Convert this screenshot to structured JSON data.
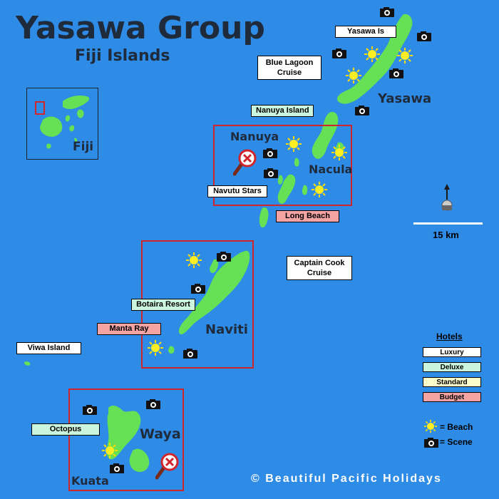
{
  "title": "Yasawa Group",
  "subtitle": "Fiji Islands",
  "inset": {
    "label": "Fiji"
  },
  "islands": {
    "yasawa": "Yasawa",
    "nanuya": "Nanuya",
    "nacula": "Nacula",
    "naviti": "Naviti",
    "waya": "Waya",
    "kuata": "Kuata"
  },
  "hotels": {
    "yasawa_is": "Yasawa  Is",
    "blue_lagoon_line1": "Blue Lagoon",
    "blue_lagoon_line2": "Cruise",
    "nanuya_island": "Nanuya Island",
    "navutu_stars": "Navutu  Stars",
    "long_beach": "Long Beach",
    "captain_cook_line1": "Captain Cook",
    "captain_cook_line2": "Cruise",
    "botaira_resort": "Botaira Resort",
    "manta_ray": "Manta Ray",
    "viwa_island": "Viwa Island",
    "octopus": "Octopus"
  },
  "legend": {
    "title": "Hotels",
    "luxury": "Luxury",
    "deluxe": "Deluxe",
    "standard": "Standard",
    "budget": "Budget",
    "beach": "= Beach",
    "scene": "= Scene"
  },
  "scale": {
    "label": "15 km"
  },
  "copyright": "©  Beautiful Pacific Holidays",
  "colors": {
    "sea": "#2e8be6",
    "land": "#66e055",
    "luxury": "#ffffff",
    "deluxe": "#ccf5dd",
    "standard": "#ffffcc",
    "budget": "#f5a3a3",
    "region_border": "#d0262b"
  },
  "icons": [
    "camera-icon",
    "sun-icon",
    "magnifier-icon",
    "north-arrow-icon"
  ]
}
